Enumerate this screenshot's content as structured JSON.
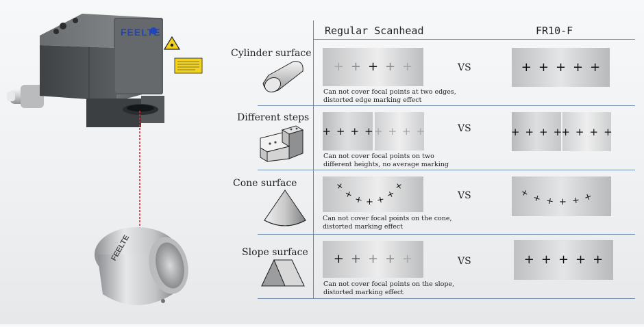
{
  "brand": {
    "name": "FEELTE"
  },
  "header": {
    "col_regular": "Regular Scanhead",
    "col_fr": "FR10-F"
  },
  "vs_label": "VS",
  "rows": [
    {
      "label": "Cylinder surface",
      "caption_line1": "Can not cover focal points at two edges,",
      "caption_line2": "distorted edge marking effect",
      "regular_marks": [
        "+",
        "+",
        "+",
        "+",
        "+"
      ],
      "fr_marks": [
        "+",
        "+",
        "+",
        "+",
        "+"
      ]
    },
    {
      "label": "Different steps",
      "caption_line1": "Can not cover focal points on two",
      "caption_line2": "different heights, no average marking",
      "regular_marks_left": [
        "+",
        "+",
        "+",
        "+"
      ],
      "regular_marks_right": [
        "+",
        "+",
        "+",
        "+"
      ],
      "fr_marks_left": [
        "+",
        "+",
        "+",
        "+"
      ],
      "fr_marks_right": [
        "+",
        "+",
        "+",
        "+"
      ]
    },
    {
      "label": "Cone surface",
      "caption_line1": "Can not cover focal points on the cone,",
      "caption_line2": "distorted marking effect",
      "regular_marks": [
        "+",
        "+",
        "+",
        "+",
        "+",
        "+",
        "+"
      ],
      "fr_marks": [
        "+",
        "+",
        "+",
        "+",
        "+",
        "+"
      ]
    },
    {
      "label": "Slope surface",
      "caption_line1": "Can not cover focal points on the slope,",
      "caption_line2": "distorted marking effect",
      "regular_marks": [
        "+",
        "+",
        "+",
        "+",
        "+"
      ],
      "fr_marks": [
        "+",
        "+",
        "+",
        "+",
        "+"
      ]
    }
  ],
  "colors": {
    "brand_blue": "#1f45b8",
    "grid_line": "#6f89ad",
    "laser": "#e0282b",
    "warning_yellow": "#f2d21b"
  }
}
